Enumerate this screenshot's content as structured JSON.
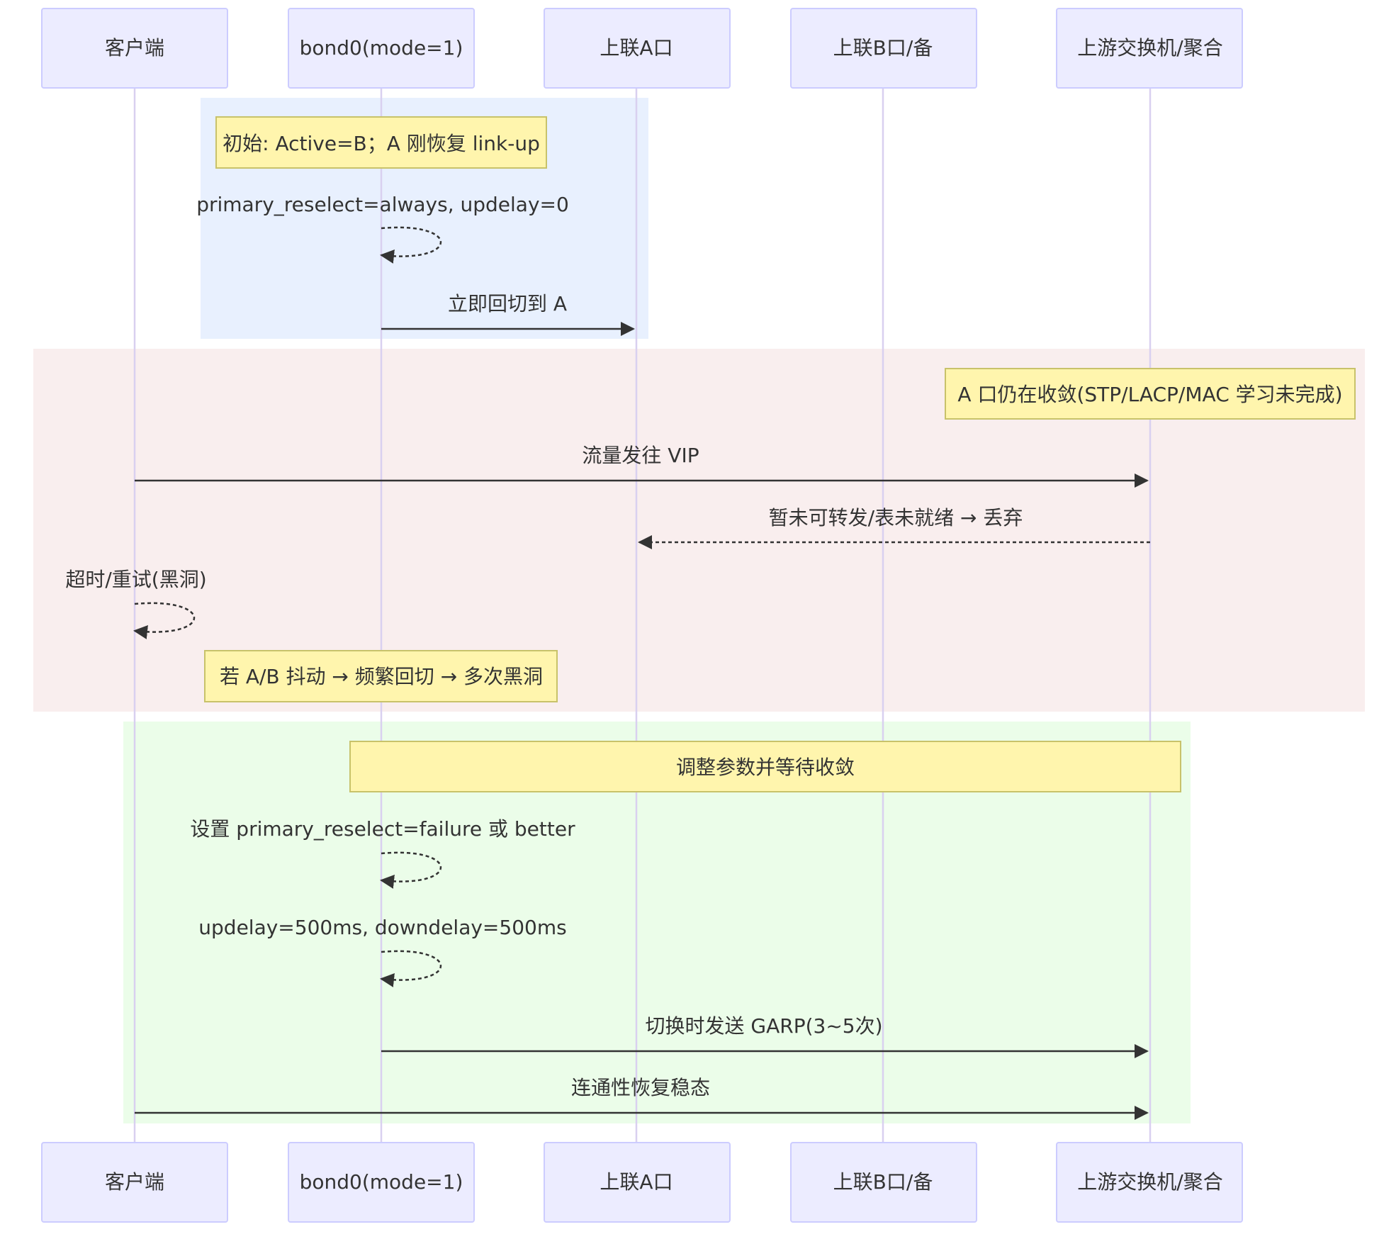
{
  "participants": [
    {
      "id": "client",
      "label": "客户端"
    },
    {
      "id": "bond",
      "label": "bond0(mode=1)"
    },
    {
      "id": "upA",
      "label": "上联A口"
    },
    {
      "id": "upB",
      "label": "上联B口/备"
    },
    {
      "id": "sw",
      "label": "上游交换机/聚合"
    }
  ],
  "colors": {
    "participant_fill": "#ECECFF",
    "participant_stroke": "#CCCCFF",
    "lifeline": "#D9D0F0",
    "note_fill": "#FFF5AD",
    "note_stroke": "#C8C26A",
    "arrow": "#333333",
    "text": "#333333",
    "region_blue": "#E8F0FE",
    "region_red": "#F9EEEE",
    "region_green": "#EBFDE9"
  },
  "regions": [
    {
      "id": "initial",
      "color": "region_blue"
    },
    {
      "id": "blackhole",
      "color": "region_red"
    },
    {
      "id": "fix",
      "color": "region_green"
    }
  ],
  "notes": [
    {
      "id": "note-initial",
      "text": "初始: Active=B；A 刚恢复 link-up"
    },
    {
      "id": "note-converging",
      "text": "A 口仍在收敛(STP/LACP/MAC 学习未完成)"
    },
    {
      "id": "note-flap",
      "text": "若 A/B 抖动 → 频繁回切 → 多次黑洞"
    },
    {
      "id": "note-adjust",
      "text": "调整参数并等待收敛"
    }
  ],
  "messages": [
    {
      "id": "msg-reselect-always",
      "from": "bond",
      "to": "bond",
      "text": "primary_reselect=always, updelay=0",
      "style": "dashed"
    },
    {
      "id": "msg-switch-back",
      "from": "bond",
      "to": "upA",
      "text": "立即回切到 A",
      "style": "solid"
    },
    {
      "id": "msg-traffic-vip",
      "from": "client",
      "to": "sw",
      "text": "流量发往 VIP",
      "style": "solid"
    },
    {
      "id": "msg-drop",
      "from": "sw",
      "to": "upA",
      "text": "暂未可转发/表未就绪 → 丢弃",
      "style": "dashed"
    },
    {
      "id": "msg-timeout",
      "from": "client",
      "to": "client",
      "text": "超时/重试(黑洞)",
      "style": "dashed"
    },
    {
      "id": "msg-set-reselect",
      "from": "bond",
      "to": "bond",
      "text": "设置 primary_reselect=failure 或 better",
      "style": "dashed"
    },
    {
      "id": "msg-delays",
      "from": "bond",
      "to": "bond",
      "text": "updelay=500ms, downdelay=500ms",
      "style": "dashed"
    },
    {
      "id": "msg-garp",
      "from": "bond",
      "to": "sw",
      "text": "切换时发送 GARP(3~5次)",
      "style": "solid"
    },
    {
      "id": "msg-stable",
      "from": "client",
      "to": "sw",
      "text": "连通性恢复稳态",
      "style": "solid"
    }
  ]
}
